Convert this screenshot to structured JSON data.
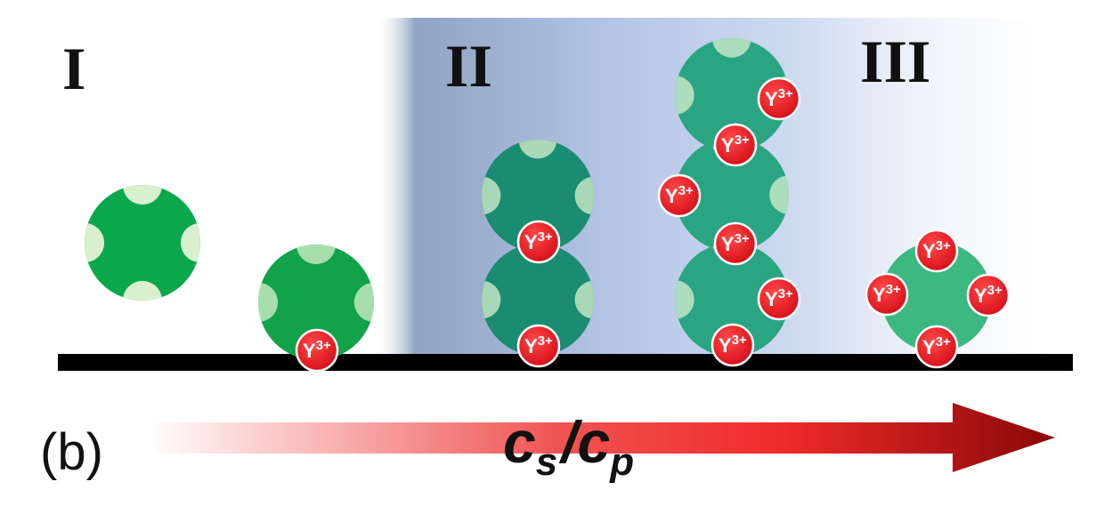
{
  "panel_label": "(b)",
  "regimes": [
    {
      "id": "I",
      "label": "I"
    },
    {
      "id": "II",
      "label": "II"
    },
    {
      "id": "III",
      "label": "III"
    }
  ],
  "ion_label": "Y",
  "ion_charge": "3+",
  "axis": {
    "var_main_1": "c",
    "sub_1": "s",
    "slash": "/",
    "var_main_2": "c",
    "sub_2": "p"
  },
  "colors": {
    "particle_free": "#0aa84a",
    "particle_single": "#11a24a",
    "particle_chain": "#1a8c72",
    "particle_chain_mid": "#2aa582",
    "particle_dense": "#3bb980",
    "patch": "#d9f0cf",
    "ion_fill": "#e8131f",
    "ion_stroke": "#ffffff",
    "substrate": "#000000",
    "band_dark": "#8a9fc0",
    "band_light": "#b8c8e6",
    "arrow_start": "#ffffff",
    "arrow_mid": "#f23d3d",
    "arrow_end": "#8a0808"
  }
}
